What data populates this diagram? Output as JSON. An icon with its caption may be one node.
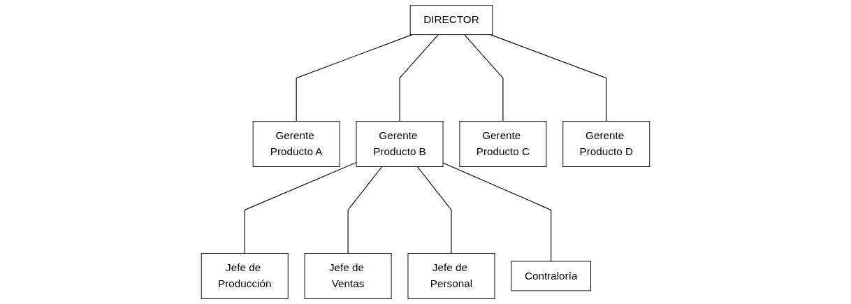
{
  "diagram": {
    "nodes": [
      {
        "text": [
          "DIRECTOR"
        ]
      },
      {
        "text": [
          "Gerente Producto A"
        ]
      },
      {
        "text": [
          "Gerente Producto B"
        ]
      },
      {
        "text": [
          "Gerente Producto C"
        ]
      },
      {
        "text": [
          "Gerente Producto D"
        ]
      },
      {
        "text": [
          "Jefe de Producción"
        ]
      },
      {
        "text": [
          "Jefe de Ventas"
        ]
      },
      {
        "text": [
          "Jefe de Personal"
        ]
      },
      {
        "text": [
          "Contraloría"
        ]
      }
    ],
    "edges": [
      {
        "from": 0,
        "to": 1,
        "arrow": "none"
      },
      {
        "from": 0,
        "to": 2,
        "arrow": "none"
      },
      {
        "from": 0,
        "to": 3,
        "arrow": "none"
      },
      {
        "from": 0,
        "to": 4,
        "arrow": "none"
      },
      {
        "from": 2,
        "to": 5,
        "arrow": "none"
      },
      {
        "from": 2,
        "to": 6,
        "arrow": "none"
      },
      {
        "from": 2,
        "to": 7,
        "arrow": "none"
      },
      {
        "from": 2,
        "to": 8,
        "arrow": "none"
      }
    ]
  }
}
